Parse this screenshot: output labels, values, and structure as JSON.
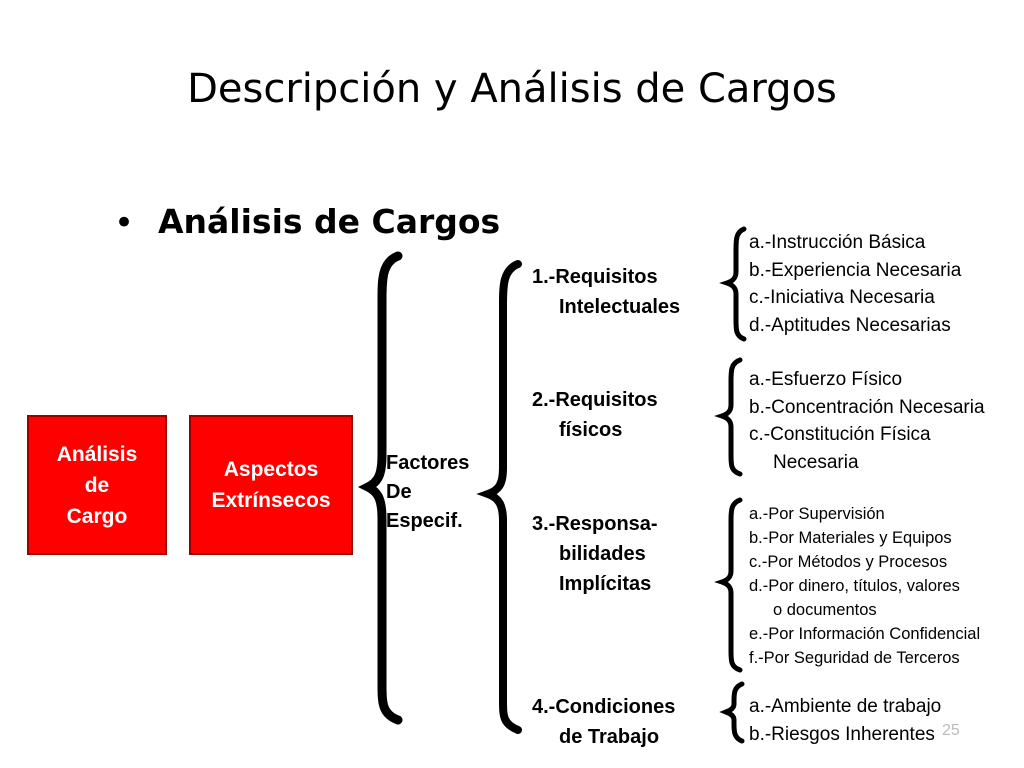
{
  "title": "Descripción y Análisis de Cargos",
  "bullet": "Análisis de Cargos",
  "boxes": {
    "analisis": [
      "Análisis",
      "de",
      "Cargo"
    ],
    "aspectos": [
      "Aspectos",
      "Extrínsecos"
    ]
  },
  "factores": [
    "Factores",
    "De",
    "Especif."
  ],
  "requisitos": [
    {
      "line1": "1.-Requisitos",
      "line2": "Intelectuales"
    },
    {
      "line1": "2.-Requisitos",
      "line2": "físicos"
    },
    {
      "line1": "3.-Responsa-",
      "line2": "bilidades",
      "line3": "Implícitas"
    },
    {
      "line1": "4.-Condiciones",
      "line2": "de Trabajo"
    }
  ],
  "intelectuales_items": [
    "a.-Instrucción Básica",
    "b.-Experiencia Necesaria",
    "c.-Iniciativa Necesaria",
    "d.-Aptitudes Necesarias"
  ],
  "fisicos_items": [
    "a.-Esfuerzo Físico",
    "b.-Concentración Necesaria",
    "c.-Constitución Física",
    "Necesaria"
  ],
  "responsabilidades_items": [
    "a.-Por Supervisión",
    "b.-Por Materiales y Equipos",
    "c.-Por Métodos y Procesos",
    "d.-Por dinero, títulos, valores",
    "o documentos",
    "e.-Por Información Confidencial",
    "f.-Por Seguridad de Terceros"
  ],
  "condiciones_items": [
    "a.-Ambiente de trabajo",
    "b.-Riesgos Inherentes"
  ],
  "page_number": "25",
  "colors": {
    "box_fill": "#ff0000",
    "box_border": "#9b0000"
  }
}
